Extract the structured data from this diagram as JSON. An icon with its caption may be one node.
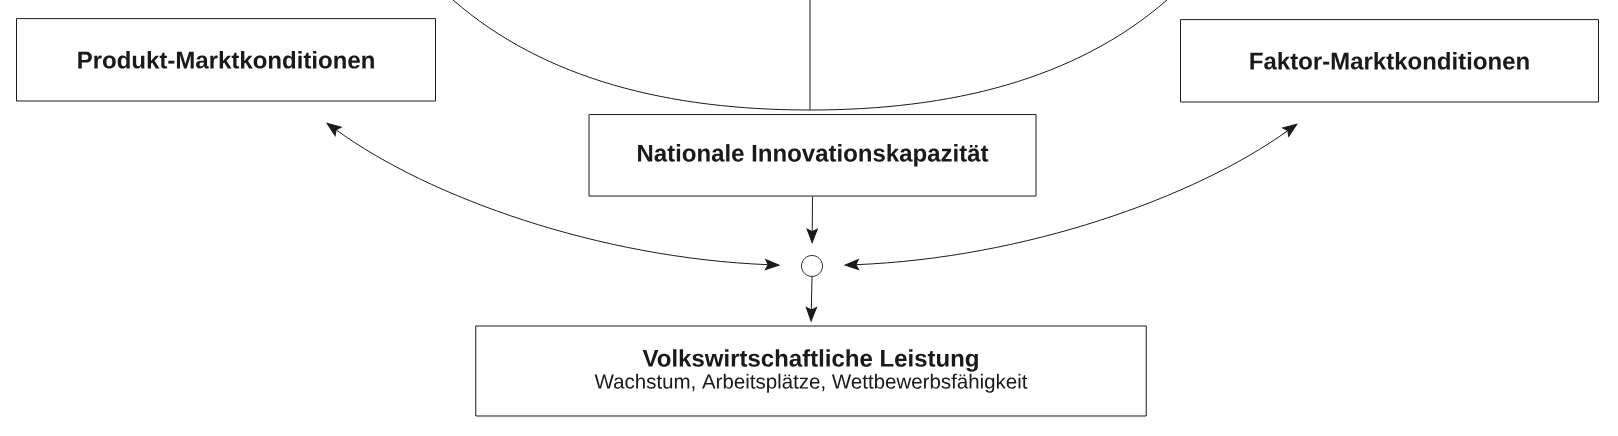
{
  "diagram": {
    "nodes": [
      {
        "text": [
          "Produkt-Marktkonditionen"
        ]
      },
      {
        "text": [
          "Faktor-Marktkonditionen"
        ]
      },
      {
        "text": [
          "Nationale Innovationskapazität"
        ]
      },
      {
        "text": [],
        "shape": "circle"
      },
      {
        "text": [
          "Volkswirtschaftliche Leistung",
          "Wachstum, Arbeitsplätze, Wettbewerbsfähigkeit"
        ]
      }
    ],
    "edges": [
      {
        "from": 2,
        "to": 3,
        "arrow": "to"
      },
      {
        "from": 3,
        "to": 4,
        "arrow": "to"
      },
      {
        "from": 0,
        "to": 3,
        "arrow": "both"
      },
      {
        "from": 1,
        "to": 3,
        "arrow": "both"
      }
    ]
  }
}
